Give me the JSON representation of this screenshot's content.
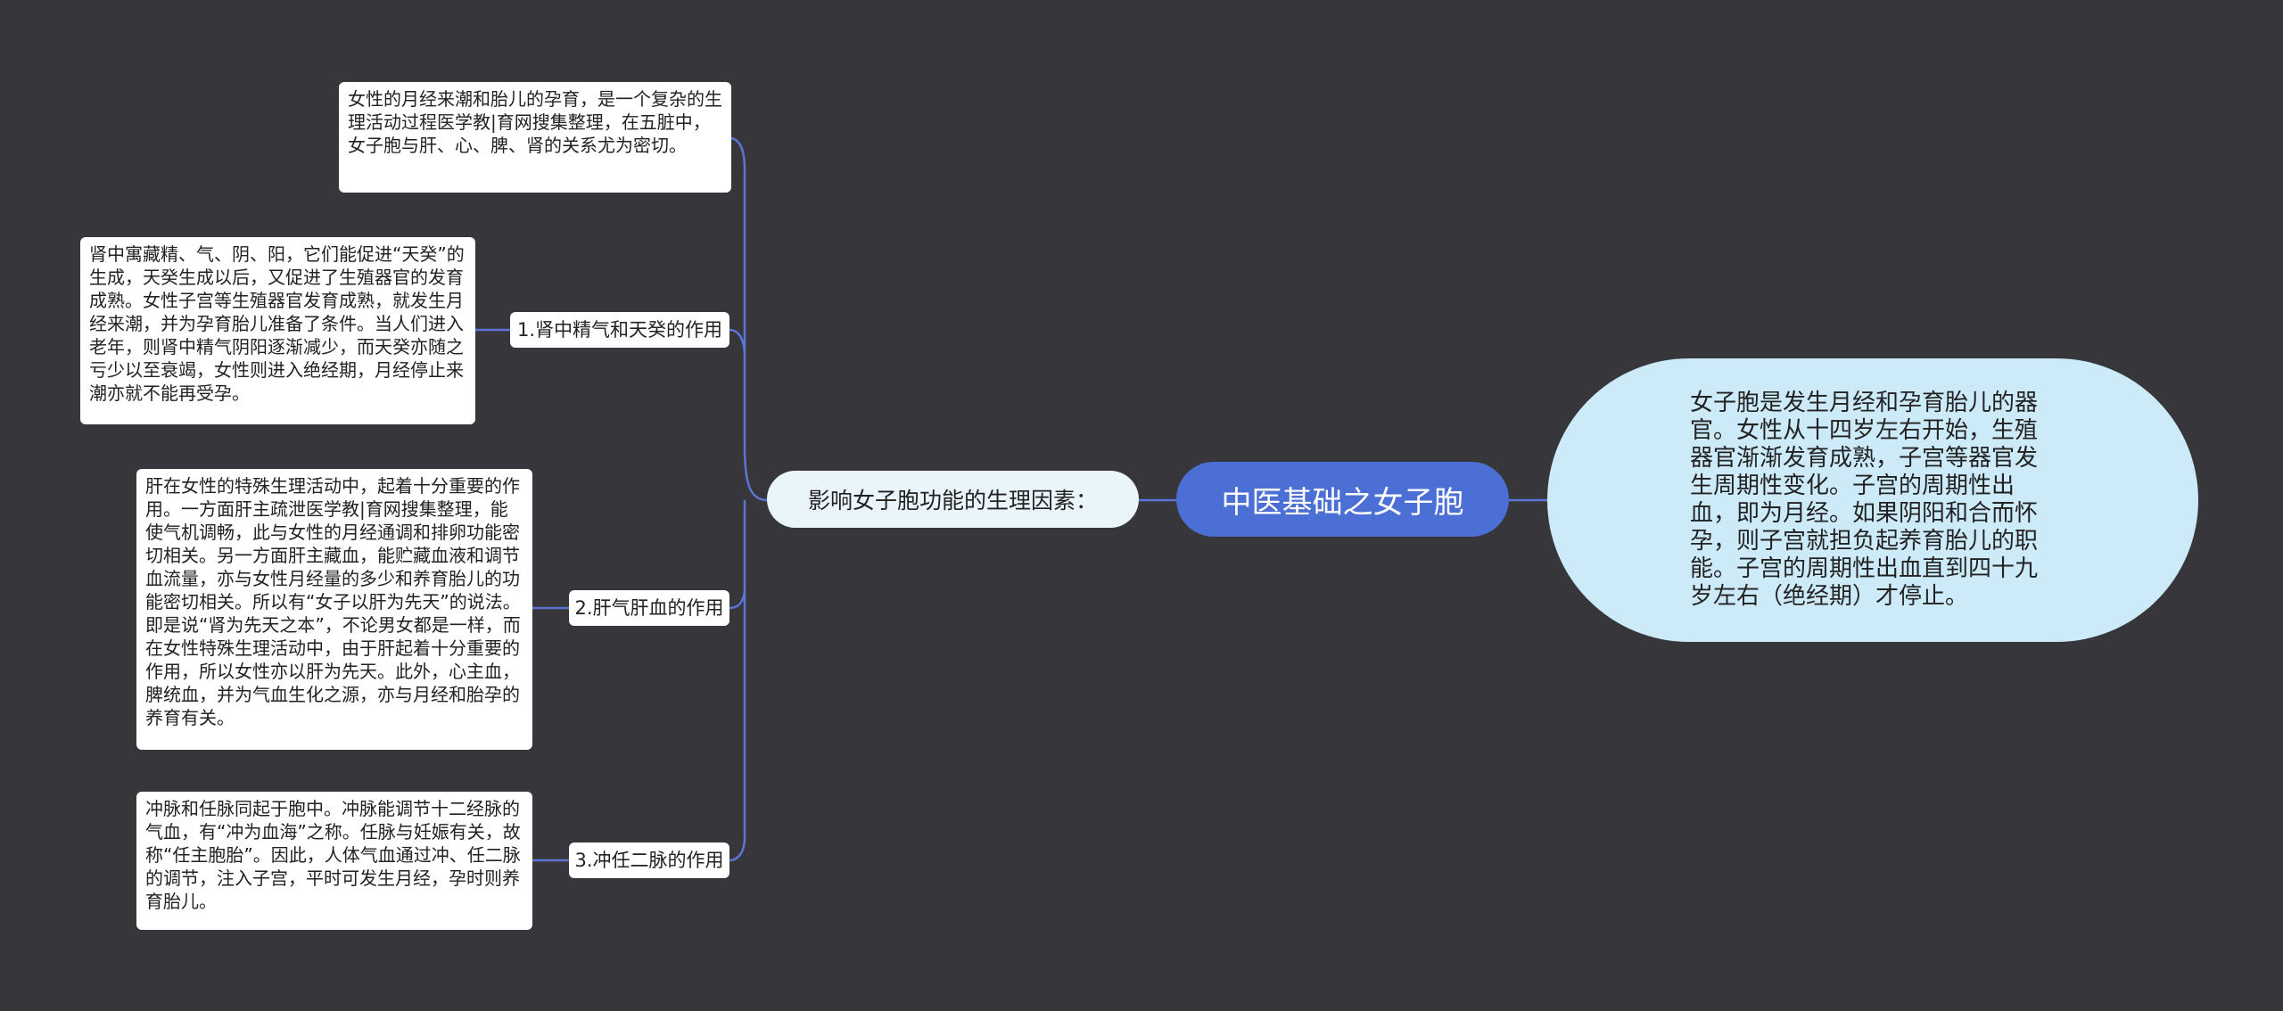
{
  "root": {
    "label": "中医基础之女子胞"
  },
  "summary": {
    "text": "女子胞是发生月经和孕育胎儿的器官。女性从十四岁左右开始，生殖器官渐渐发育成熟，子宫等器官发生周期性变化。子宫的周期性出血，即为月经。如果阴阳和合而怀孕，则子宫就担负起养育胎儿的职能。子宫的周期性出血直到四十九岁左右（绝经期）才停止。"
  },
  "main_topic": {
    "label": "影响女子胞功能的生理因素："
  },
  "intro_note": {
    "text": "女性的月经来潮和胎儿的孕育，是一个复杂的生理活动过程医学教|育网搜集整理，在五脏中，女子胞与肝、心、脾、肾的关系尤为密切。"
  },
  "factors": [
    {
      "label": "1.肾中精气和天癸的作用",
      "note": "肾中寓藏精、气、阴、阳，它们能促进“天癸”的生成，天癸生成以后，又促进了生殖器官的发育成熟。女性子宫等生殖器官发育成熟，就发生月经来潮，并为孕育胎儿准备了条件。当人们进入老年，则肾中精气阴阳逐渐减少，而天癸亦随之亏少以至衰竭，女性则进入绝经期，月经停止来潮亦就不能再受孕。"
    },
    {
      "label": "2.肝气肝血的作用",
      "note": "肝在女性的特殊生理活动中，起着十分重要的作用。一方面肝主疏泄医学教|育网搜集整理，能使气机调畅，此与女性的月经通调和排卵功能密切相关。另一方面肝主藏血，能贮藏血液和调节血流量，亦与女性月经量的多少和养育胎儿的功能密切相关。所以有“女子以肝为先天”的说法。即是说“肾为先天之本”，不论男女都是一样，而在女性特殊生理活动中，由于肝起着十分重要的作用，所以女性亦以肝为先天。此外，心主血，脾统血，并为气血生化之源，亦与月经和胎孕的养育有关。"
    },
    {
      "label": "3.冲任二脉的作用",
      "note": "冲脉和任脉同起于胞中。冲脉能调节十二经脉的气血，有“冲为血海”之称。任脉与妊娠有关，故称“任主胞胎”。因此，人体气血通过冲、任二脉的调节，注入子宫，平时可发生月经，孕时则养育胎儿。"
    }
  ],
  "colors": {
    "background": "#37363a",
    "line": "#5b74d6",
    "root": "#4b6fd4",
    "summary": "#cdeaf9"
  }
}
